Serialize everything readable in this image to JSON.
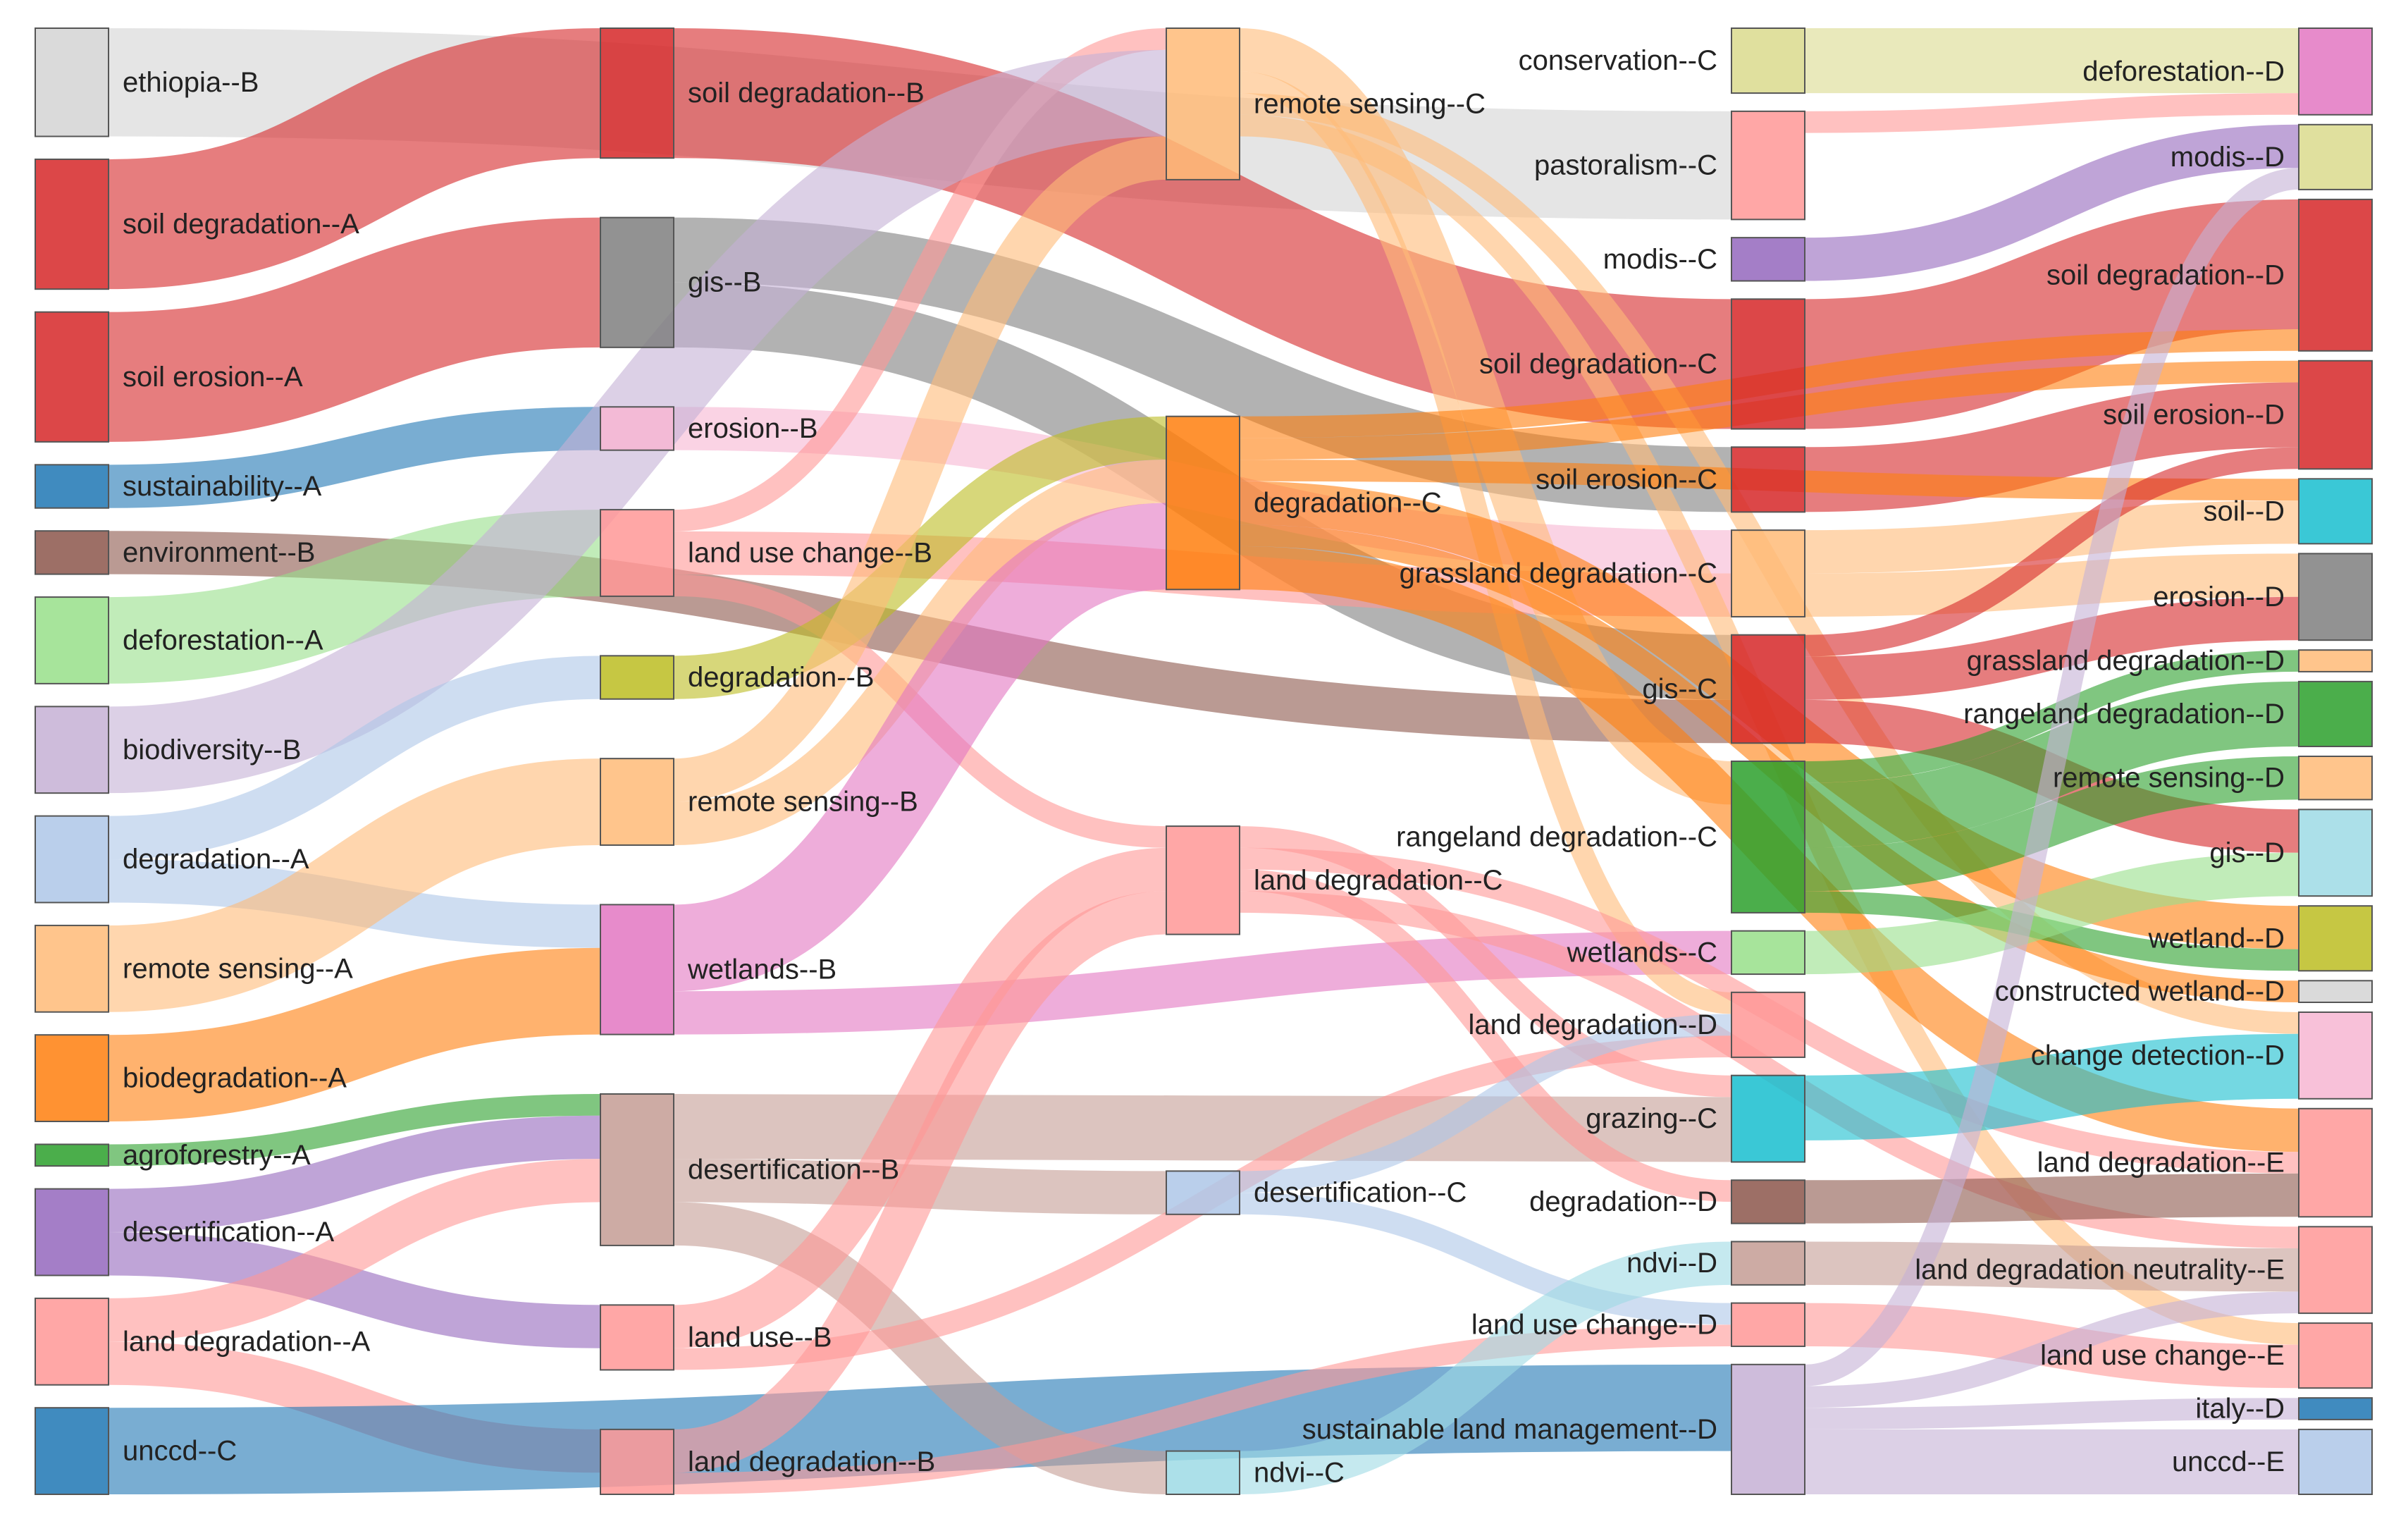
{
  "chart_data": {
    "type": "sankey",
    "nodes": [
      {
        "id": "ethiopia--B",
        "label": "ethiopia--B",
        "col": 0,
        "color": "#d4d4d4"
      },
      {
        "id": "soil degradation--A",
        "label": "soil degradation--A",
        "col": 0,
        "color": "#d62728"
      },
      {
        "id": "soil erosion--A",
        "label": "soil erosion--A",
        "col": 0,
        "color": "#d62728"
      },
      {
        "id": "sustainability--A",
        "label": "sustainability--A",
        "col": 0,
        "color": "#1f77b4"
      },
      {
        "id": "environment--B",
        "label": "environment--B",
        "col": 0,
        "color": "#8c564b"
      },
      {
        "id": "deforestation--A",
        "label": "deforestation--A",
        "col": 0,
        "color": "#98df8a"
      },
      {
        "id": "biodiversity--B",
        "label": "biodiversity--B",
        "col": 0,
        "color": "#c5b0d5"
      },
      {
        "id": "degradation--A",
        "label": "degradation--A",
        "col": 0,
        "color": "#aec7e8"
      },
      {
        "id": "remote sensing--A",
        "label": "remote sensing--A",
        "col": 0,
        "color": "#ffbb78"
      },
      {
        "id": "biodegradation--A",
        "label": "biodegradation--A",
        "col": 0,
        "color": "#ff7f0e"
      },
      {
        "id": "agroforestry--A",
        "label": "agroforestry--A",
        "col": 0,
        "color": "#2ca02c"
      },
      {
        "id": "desertification--A",
        "label": "desertification--A",
        "col": 0,
        "color": "#9467bd"
      },
      {
        "id": "land degradation--A",
        "label": "land degradation--A",
        "col": 0,
        "color": "#ff9896"
      },
      {
        "id": "unccd--C",
        "label": "unccd--C",
        "col": 0,
        "color": "#1f77b4"
      },
      {
        "id": "soil degradation--B",
        "label": "soil degradation--B",
        "col": 1,
        "color": "#d62728"
      },
      {
        "id": "gis--B",
        "label": "gis--B",
        "col": 1,
        "color": "#7f7f7f"
      },
      {
        "id": "erosion--B",
        "label": "erosion--B",
        "col": 1,
        "color": "#f7b6d2"
      },
      {
        "id": "land use change--B",
        "label": "land use change--B",
        "col": 1,
        "color": "#ff9896"
      },
      {
        "id": "degradation--B",
        "label": "degradation--B",
        "col": 1,
        "color": "#bcbd22"
      },
      {
        "id": "remote sensing--B",
        "label": "remote sensing--B",
        "col": 1,
        "color": "#ffbb78"
      },
      {
        "id": "wetlands--B",
        "label": "wetlands--B",
        "col": 1,
        "color": "#e377c2"
      },
      {
        "id": "desertification--B",
        "label": "desertification--B",
        "col": 1,
        "color": "#c49c94"
      },
      {
        "id": "land use--B",
        "label": "land use--B",
        "col": 1,
        "color": "#ff9896"
      },
      {
        "id": "land degradation--B",
        "label": "land degradation--B",
        "col": 1,
        "color": "#ff9896"
      },
      {
        "id": "remote sensing--C",
        "label": "remote sensing--C",
        "col": 2,
        "color": "#ffbb78"
      },
      {
        "id": "degradation--C",
        "label": "degradation--C",
        "col": 2,
        "color": "#ff7f0e"
      },
      {
        "id": "land degradation--C",
        "label": "land degradation--C",
        "col": 2,
        "color": "#ff9896"
      },
      {
        "id": "desertification--C",
        "label": "desertification--C",
        "col": 2,
        "color": "#aec7e8"
      },
      {
        "id": "ndvi--C",
        "label": "ndvi--C",
        "col": 2,
        "color": "#9edae5"
      },
      {
        "id": "conservation--C",
        "label": "conservation--C",
        "col": 3,
        "color": "#dbdb8d"
      },
      {
        "id": "pastoralism--C",
        "label": "pastoralism--C",
        "col": 3,
        "color": "#ff9896"
      },
      {
        "id": "modis--C",
        "label": "modis--C",
        "col": 3,
        "color": "#9467bd"
      },
      {
        "id": "soil degradation--C",
        "label": "soil degradation--C",
        "col": 3,
        "color": "#d62728"
      },
      {
        "id": "soil erosion--C",
        "label": "soil erosion--C",
        "col": 3,
        "color": "#d62728"
      },
      {
        "id": "grassland degradation--C",
        "label": "grassland degradation--C",
        "col": 3,
        "color": "#ffbb78"
      },
      {
        "id": "gis--C",
        "label": "gis--C",
        "col": 3,
        "color": "#d62728"
      },
      {
        "id": "rangeland degradation--C",
        "label": "rangeland degradation--C",
        "col": 3,
        "color": "#2ca02c"
      },
      {
        "id": "wetlands--C",
        "label": "wetlands--C",
        "col": 3,
        "color": "#98df8a"
      },
      {
        "id": "land degradation--D",
        "label": "land degradation--D",
        "col": 3,
        "color": "#ff9896"
      },
      {
        "id": "grazing--C",
        "label": "grazing--C",
        "col": 3,
        "color": "#17becf"
      },
      {
        "id": "degradation--D",
        "label": "degradation--D",
        "col": 3,
        "color": "#8c564b"
      },
      {
        "id": "ndvi--D",
        "label": "ndvi--D",
        "col": 3,
        "color": "#c49c94"
      },
      {
        "id": "land use change--D",
        "label": "land use change--D",
        "col": 3,
        "color": "#ff9896"
      },
      {
        "id": "sustainable land management--D",
        "label": "sustainable land management--D",
        "col": 3,
        "color": "#c5b0d5"
      },
      {
        "id": "deforestation--D",
        "label": "deforestation--D",
        "col": 4,
        "color": "#e377c2"
      },
      {
        "id": "modis--D",
        "label": "modis--D",
        "col": 4,
        "color": "#dbdb8d"
      },
      {
        "id": "soil degradation--D",
        "label": "soil degradation--D",
        "col": 4,
        "color": "#d62728"
      },
      {
        "id": "soil erosion--D",
        "label": "soil erosion--D",
        "col": 4,
        "color": "#d62728"
      },
      {
        "id": "soil--D",
        "label": "soil--D",
        "col": 4,
        "color": "#17becf"
      },
      {
        "id": "erosion--D",
        "label": "erosion--D",
        "col": 4,
        "color": "#7f7f7f"
      },
      {
        "id": "grassland degradation--D",
        "label": "grassland degradation--D",
        "col": 4,
        "color": "#ffbb78"
      },
      {
        "id": "rangeland degradation--D",
        "label": "rangeland degradation--D",
        "col": 4,
        "color": "#2ca02c"
      },
      {
        "id": "remote sensing--D",
        "label": "remote sensing--D",
        "col": 4,
        "color": "#ffbb78"
      },
      {
        "id": "gis--D",
        "label": "gis--D",
        "col": 4,
        "color": "#9edae5"
      },
      {
        "id": "wetland--D",
        "label": "wetland--D",
        "col": 4,
        "color": "#bcbd22"
      },
      {
        "id": "constructed wetland--D",
        "label": "constructed wetland--D",
        "col": 4,
        "color": "#d4d4d4"
      },
      {
        "id": "change detection--D",
        "label": "change detection--D",
        "col": 4,
        "color": "#f7b6d2"
      },
      {
        "id": "land degradation--E",
        "label": "land degradation--E",
        "col": 4,
        "color": "#ff9896"
      },
      {
        "id": "land degradation neutrality--E",
        "label": "land degradation neutrality--E",
        "col": 4,
        "color": "#ff9896"
      },
      {
        "id": "land use change--E",
        "label": "land use change--E",
        "col": 4,
        "color": "#ff9896"
      },
      {
        "id": "italy--D",
        "label": "italy--D",
        "col": 4,
        "color": "#1f77b4"
      },
      {
        "id": "unccd--E",
        "label": "unccd--E",
        "col": 4,
        "color": "#aec7e8"
      }
    ],
    "links": [
      {
        "source": "ethiopia--B",
        "target": "pastoralism--C",
        "value": 5
      },
      {
        "source": "soil degradation--A",
        "target": "soil degradation--B",
        "value": 6
      },
      {
        "source": "soil degradation--B",
        "target": "soil degradation--C",
        "value": 6
      },
      {
        "source": "soil degradation--C",
        "target": "soil degradation--D",
        "value": 6
      },
      {
        "source": "soil erosion--A",
        "target": "gis--B",
        "value": 6
      },
      {
        "source": "gis--B",
        "target": "soil erosion--C",
        "value": 3
      },
      {
        "source": "gis--B",
        "target": "gis--C",
        "value": 3
      },
      {
        "source": "soil erosion--C",
        "target": "soil erosion--D",
        "value": 3
      },
      {
        "source": "sustainability--A",
        "target": "erosion--B",
        "value": 2
      },
      {
        "source": "erosion--B",
        "target": "grassland degradation--C",
        "value": 2
      },
      {
        "source": "environment--B",
        "target": "gis--C",
        "value": 2
      },
      {
        "source": "deforestation--A",
        "target": "land use change--B",
        "value": 4
      },
      {
        "source": "land use change--B",
        "target": "grassland degradation--C",
        "value": 2
      },
      {
        "source": "land use change--B",
        "target": "land degradation--C",
        "value": 1
      },
      {
        "source": "land use change--B",
        "target": "remote sensing--C",
        "value": 1
      },
      {
        "source": "biodiversity--B",
        "target": "remote sensing--C",
        "value": 4
      },
      {
        "source": "degradation--A",
        "target": "degradation--B",
        "value": 2
      },
      {
        "source": "degradation--A",
        "target": "wetlands--B",
        "value": 2
      },
      {
        "source": "remote sensing--A",
        "target": "remote sensing--B",
        "value": 4
      },
      {
        "source": "biodegradation--A",
        "target": "wetlands--B",
        "value": 4
      },
      {
        "source": "agroforestry--A",
        "target": "desertification--B",
        "value": 1
      },
      {
        "source": "desertification--A",
        "target": "desertification--B",
        "value": 2
      },
      {
        "source": "desertification--A",
        "target": "land use--B",
        "value": 2
      },
      {
        "source": "land degradation--A",
        "target": "desertification--B",
        "value": 2
      },
      {
        "source": "land degradation--A",
        "target": "land degradation--B",
        "value": 2
      },
      {
        "source": "unccd--C",
        "target": "sustainable land management--D",
        "value": 4
      },
      {
        "source": "degradation--B",
        "target": "degradation--C",
        "value": 2
      },
      {
        "source": "remote sensing--B",
        "target": "remote sensing--C",
        "value": 2
      },
      {
        "source": "remote sensing--B",
        "target": "degradation--C",
        "value": 2
      },
      {
        "source": "wetlands--B",
        "target": "degradation--C",
        "value": 4
      },
      {
        "source": "wetlands--B",
        "target": "wetlands--C",
        "value": 2
      },
      {
        "source": "desertification--B",
        "target": "grazing--C",
        "value": 3
      },
      {
        "source": "desertification--B",
        "target": "desertification--C",
        "value": 2
      },
      {
        "source": "desertification--B",
        "target": "ndvi--C",
        "value": 2
      },
      {
        "source": "land use--B",
        "target": "land degradation--C",
        "value": 2
      },
      {
        "source": "land use--B",
        "target": "land degradation--D",
        "value": 1
      },
      {
        "source": "land degradation--B",
        "target": "land degradation--C",
        "value": 2
      },
      {
        "source": "land degradation--B",
        "target": "land use change--D",
        "value": 1
      },
      {
        "source": "remote sensing--C",
        "target": "rangeland degradation--C",
        "value": 2
      },
      {
        "source": "remote sensing--C",
        "target": "change detection--D",
        "value": 1
      },
      {
        "source": "remote sensing--C",
        "target": "land use change--E",
        "value": 1
      },
      {
        "source": "remote sensing--C",
        "target": "land degradation--D",
        "value": 1
      },
      {
        "source": "degradation--C",
        "target": "soil--D",
        "value": 1
      },
      {
        "source": "degradation--C",
        "target": "soil erosion--D",
        "value": 1
      },
      {
        "source": "degradation--C",
        "target": "soil degradation--D",
        "value": 1
      },
      {
        "source": "degradation--C",
        "target": "wetland--D",
        "value": 2
      },
      {
        "source": "degradation--C",
        "target": "constructed wetland--D",
        "value": 1
      },
      {
        "source": "degradation--C",
        "target": "land degradation--E",
        "value": 2
      },
      {
        "source": "land degradation--C",
        "target": "land degradation--E",
        "value": 1
      },
      {
        "source": "land degradation--C",
        "target": "land degradation neutrality--E",
        "value": 1
      },
      {
        "source": "land degradation--C",
        "target": "degradation--D",
        "value": 1
      },
      {
        "source": "land degradation--C",
        "target": "grazing--C",
        "value": 1
      },
      {
        "source": "desertification--C",
        "target": "land degradation--D",
        "value": 1
      },
      {
        "source": "desertification--C",
        "target": "land use change--D",
        "value": 1
      },
      {
        "source": "ndvi--C",
        "target": "ndvi--D",
        "value": 2
      },
      {
        "source": "conservation--C",
        "target": "deforestation--D",
        "value": 3
      },
      {
        "source": "pastoralism--C",
        "target": "deforestation--D",
        "value": 1
      },
      {
        "source": "modis--C",
        "target": "modis--D",
        "value": 2
      },
      {
        "source": "grassland degradation--C",
        "target": "soil--D",
        "value": 2
      },
      {
        "source": "grassland degradation--C",
        "target": "erosion--D",
        "value": 2
      },
      {
        "source": "gis--C",
        "target": "erosion--D",
        "value": 2
      },
      {
        "source": "gis--C",
        "target": "gis--D",
        "value": 2
      },
      {
        "source": "gis--C",
        "target": "soil erosion--D",
        "value": 1
      },
      {
        "source": "rangeland degradation--C",
        "target": "rangeland degradation--D",
        "value": 3
      },
      {
        "source": "rangeland degradation--C",
        "target": "remote sensing--D",
        "value": 2
      },
      {
        "source": "rangeland degradation--C",
        "target": "grassland degradation--D",
        "value": 1
      },
      {
        "source": "rangeland degradation--C",
        "target": "wetland--D",
        "value": 1
      },
      {
        "source": "wetlands--C",
        "target": "gis--D",
        "value": 2
      },
      {
        "source": "grazing--C",
        "target": "change detection--D",
        "value": 3
      },
      {
        "source": "degradation--D",
        "target": "land degradation--E",
        "value": 2
      },
      {
        "source": "ndvi--D",
        "target": "land degradation neutrality--E",
        "value": 2
      },
      {
        "source": "land use change--D",
        "target": "land use change--E",
        "value": 2
      },
      {
        "source": "sustainable land management--D",
        "target": "unccd--E",
        "value": 3
      },
      {
        "source": "sustainable land management--D",
        "target": "land degradation neutrality--E",
        "value": 1
      },
      {
        "source": "sustainable land management--D",
        "target": "modis--D",
        "value": 1
      },
      {
        "source": "sustainable land management--D",
        "target": "italy--D",
        "value": 1
      }
    ]
  }
}
